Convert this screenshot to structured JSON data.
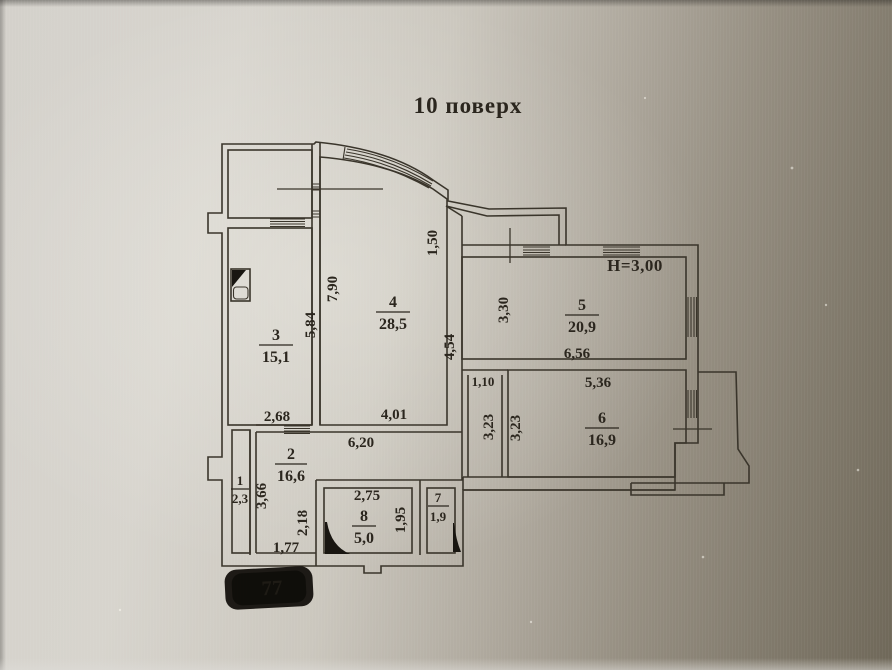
{
  "title": "10 поверх",
  "plan": {
    "height_note": "H=3,00",
    "rooms": [
      {
        "number": "1",
        "area": "2,3"
      },
      {
        "number": "2",
        "area": "16,6"
      },
      {
        "number": "3",
        "area": "15,1"
      },
      {
        "number": "4",
        "area": "28,5"
      },
      {
        "number": "5",
        "area": "20,9"
      },
      {
        "number": "6",
        "area": "16,9"
      },
      {
        "number": "7",
        "area": "1,9"
      },
      {
        "number": "8",
        "area": "5,0"
      }
    ],
    "dimensions": {
      "d150": "1,50",
      "d790": "7,90",
      "d584": "5,84",
      "d268": "2,68",
      "d401": "4,01",
      "d620": "6,20",
      "d454": "4,54",
      "d330": "3,30",
      "d656": "6,56",
      "d536": "5,36",
      "d110": "1,10",
      "d323a": "3,23",
      "d323b": "3,23",
      "d366": "3,66",
      "d218": "2,18",
      "d177": "1,77",
      "d275": "2,75",
      "d195": "1,95"
    },
    "redaction_text": "77"
  }
}
